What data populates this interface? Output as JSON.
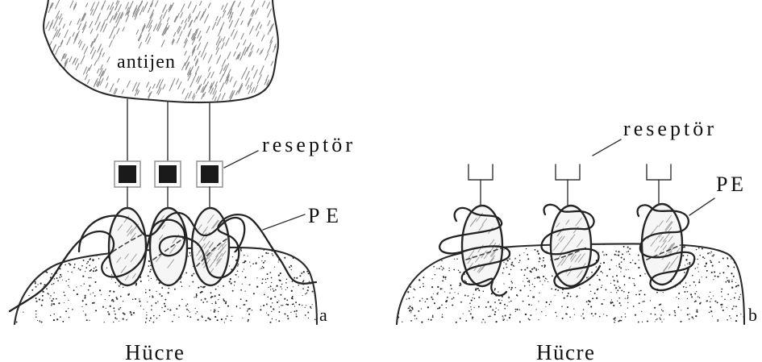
{
  "panel_a": {
    "antigen_label": "antijen",
    "receptor_label": "reseptör",
    "pe_label": "PE",
    "panel_letter": "a",
    "cell_label": "Hücre"
  },
  "panel_b": {
    "receptor_label": "reseptör",
    "pe_label": "PE",
    "panel_letter": "b",
    "cell_label": "Hücre"
  }
}
